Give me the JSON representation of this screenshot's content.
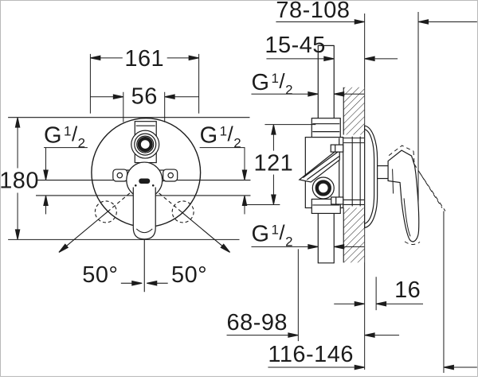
{
  "colors": {
    "ink": "#1c1c1c",
    "background": "#ffffff"
  },
  "thread_label": {
    "g": "G",
    "sup": "1",
    "slash": "/",
    "sub": "2"
  },
  "front_view": {
    "plate_diameter": "161",
    "hub_width": "56",
    "overall_height": "180",
    "lever_swing_left": "50°",
    "lever_swing_right": "50°"
  },
  "side_view": {
    "wall_to_handle": "78-108",
    "concealed_depth": "15-45",
    "connection_height": "121",
    "rosette_depth": "16",
    "body_to_wall": "68-98",
    "wall_to_handle_max": "116-146"
  }
}
